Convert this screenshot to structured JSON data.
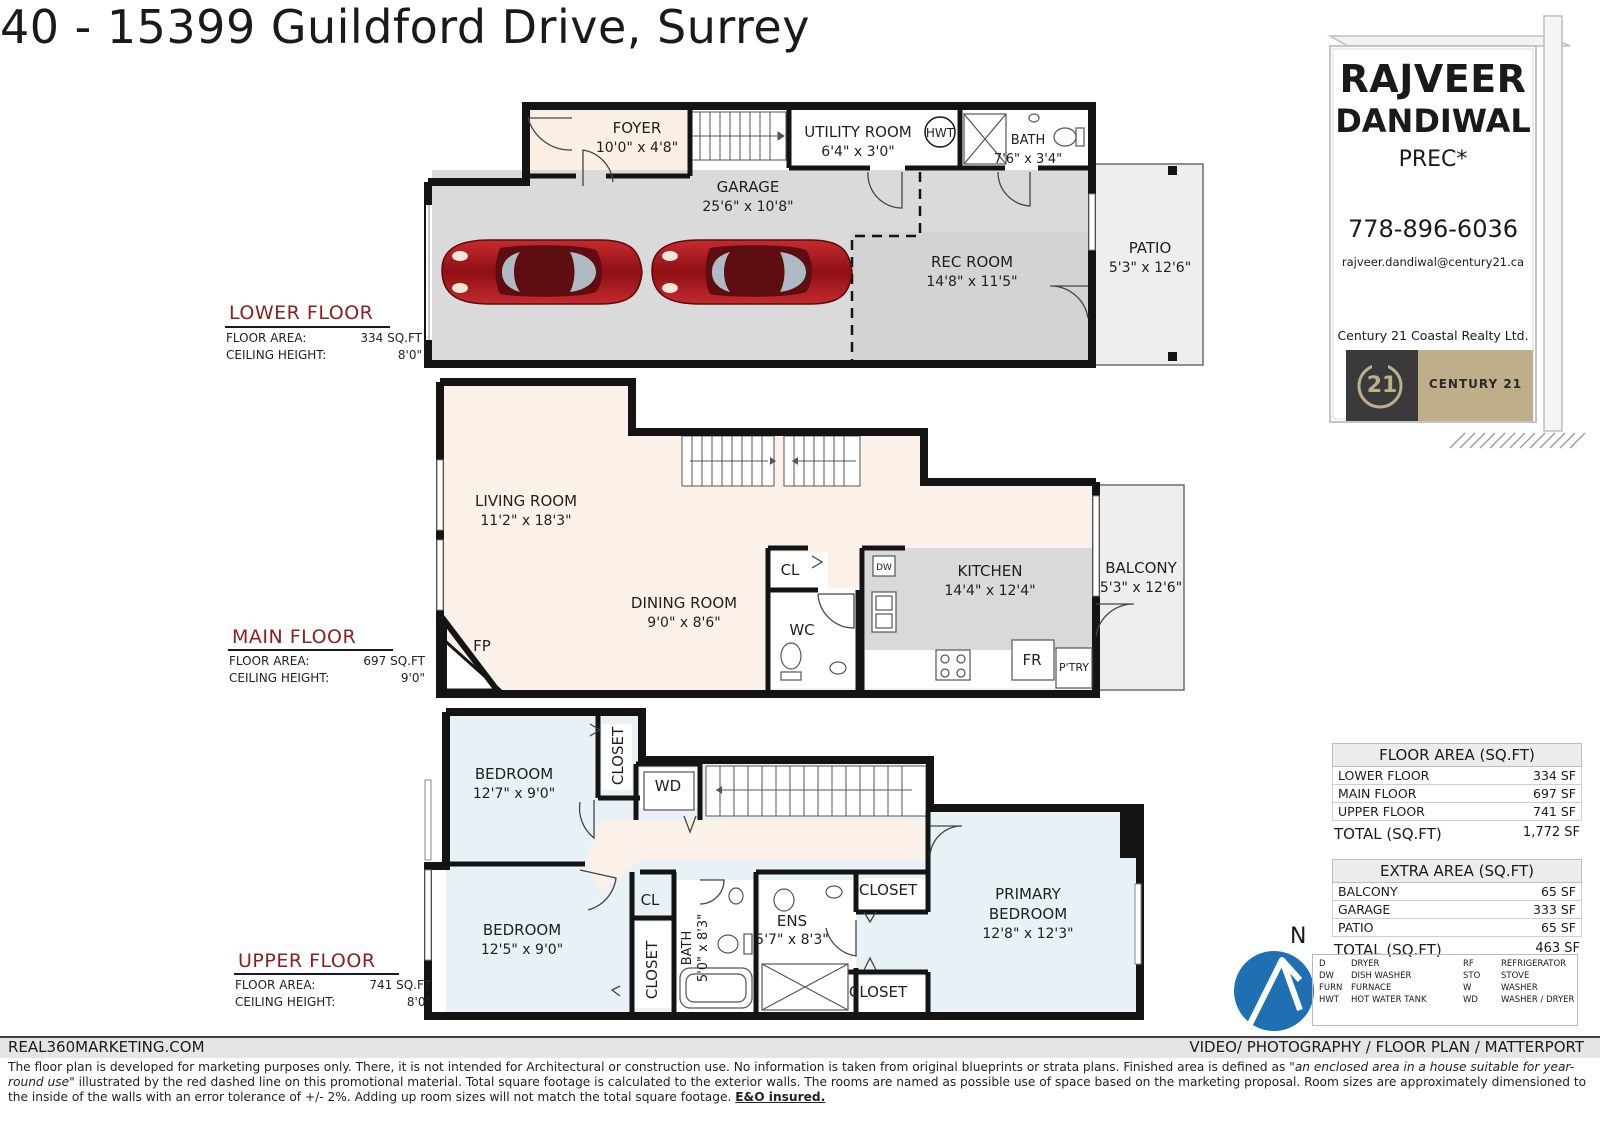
{
  "title": "40 - 15399 Guildford Drive, Surrey",
  "floors": {
    "lower": {
      "label": "LOWER FLOOR",
      "area_label": "FLOOR AREA:",
      "area": "334 SQ.FT",
      "ceiling_label": "CEILING HEIGHT:",
      "ceiling": "8'0\"",
      "rooms": {
        "foyer": {
          "name": "FOYER",
          "dim": "10'0\" x 4'8\""
        },
        "utility": {
          "name": "UTILITY ROOM",
          "dim": "6'4\" x 3'0\""
        },
        "hwt": "HWT",
        "bath": {
          "name": "BATH",
          "dim": "7'6\" x 3'4\""
        },
        "garage": {
          "name": "GARAGE",
          "dim": "25'6\" x 10'8\""
        },
        "rec": {
          "name": "REC ROOM",
          "dim": "14'8\" x 11'5\""
        },
        "patio": {
          "name": "PATIO",
          "dim": "5'3\" x 12'6\""
        }
      }
    },
    "main": {
      "label": "MAIN FLOOR",
      "area_label": "FLOOR AREA:",
      "area": "697 SQ.FT",
      "ceiling_label": "CEILING HEIGHT:",
      "ceiling": "9'0\"",
      "rooms": {
        "living": {
          "name": "LIVING ROOM",
          "dim": "11'2\" x 18'3\""
        },
        "dining": {
          "name": "DINING ROOM",
          "dim": "9'0\" x 8'6\""
        },
        "kitchen": {
          "name": "KITCHEN",
          "dim": "14'4\" x 12'4\""
        },
        "balcony": {
          "name": "BALCONY",
          "dim": "5'3\" x 12'6\""
        },
        "cl": "CL",
        "wc": "WC",
        "fp": "FP",
        "fr": "FR",
        "dw": "DW",
        "ptry": "P'TRY"
      }
    },
    "upper": {
      "label": "UPPER FLOOR",
      "area_label": "FLOOR AREA:",
      "area": "741 SQ.FT",
      "ceiling_label": "CEILING HEIGHT:",
      "ceiling": "8'0\"",
      "rooms": {
        "bed1": {
          "name": "BEDROOM",
          "dim": "12'7\" x 9'0\""
        },
        "bed2": {
          "name": "BEDROOM",
          "dim": "12'5\" x 9'0\""
        },
        "primary": {
          "name1": "PRIMARY",
          "name2": "BEDROOM",
          "dim": "12'8\" x 12'3\""
        },
        "closet": "CLOSET",
        "wd": "WD",
        "cl": "CL",
        "bath": {
          "name": "BATH",
          "dim": "5'0\" x 8'3\""
        },
        "ens": {
          "name": "ENS",
          "dim": "5'7\" x 8'3\""
        }
      }
    }
  },
  "agent": {
    "first": "RAJVEER",
    "last": "DANDIWAL",
    "title": "PREC*",
    "phone": "778-896-6036",
    "email": "rajveer.dandiwal@century21.ca",
    "brokerage": "Century 21 Coastal Realty Ltd.",
    "logo_text": "CENTURY 21",
    "logo_mark": "21"
  },
  "floor_area_table": {
    "header": "FLOOR AREA (SQ.FT)",
    "rows": [
      {
        "label": "LOWER FLOOR",
        "value": "334 SF"
      },
      {
        "label": "MAIN FLOOR",
        "value": "697 SF"
      },
      {
        "label": "UPPER FLOOR",
        "value": "741 SF"
      }
    ],
    "total_label": "TOTAL (SQ.FT)",
    "total": "1,772 SF"
  },
  "extra_area_table": {
    "header": "EXTRA AREA (SQ.FT)",
    "rows": [
      {
        "label": "BALCONY",
        "value": "65 SF"
      },
      {
        "label": "GARAGE",
        "value": "333 SF"
      },
      {
        "label": "PATIO",
        "value": "65 SF"
      }
    ],
    "total_label": "TOTAL (SQ.FT)",
    "total": "463 SF"
  },
  "compass": "N",
  "legend": [
    {
      "code": "D",
      "desc": "DRYER"
    },
    {
      "code": "DW",
      "desc": "DISH WASHER"
    },
    {
      "code": "FURN",
      "desc": "FURNACE"
    },
    {
      "code": "HWT",
      "desc": "HOT WATER TANK"
    },
    {
      "code": "RF",
      "desc": "REFRIGERATOR"
    },
    {
      "code": "STO",
      "desc": "STOVE"
    },
    {
      "code": "W",
      "desc": "WASHER"
    },
    {
      "code": "WD",
      "desc": "WASHER / DRYER"
    }
  ],
  "footer": {
    "left": "REAL360MARKETING.COM",
    "right": "VIDEO/ PHOTOGRAPHY / FLOOR PLAN / MATTERPORT",
    "disclaimer_a": "The floor plan is developed for marketing purposes only. There, it is not intended for Architectural or construction use. No information is  taken from original blueprints or strata plans. Finished area is defined as ",
    "disclaimer_quote": "\"an enclosed area in a house suitable for year-round use\"",
    "disclaimer_b": " illustrated by the red dashed line on this promotional material. Total square footage is calculated to the exterior walls. The rooms are named as possible use of space based on the marketing proposal. Room sizes are approximately dimensioned to the inside of the walls with an error tolerance of +/- 2%. Adding up room sizes will not match the total square footage. ",
    "disclaimer_eo": "E&O insured."
  },
  "colors": {
    "wall": "#141414",
    "garage": "#dadada",
    "rec": "#d8d8d8",
    "foyer": "#fbeee3",
    "main": "#fbf1e8",
    "kitchen": "#d9d9d9",
    "upper": "#e8f1f5",
    "car": "#a3161b",
    "floor_label": "#8a2020",
    "c21_gold": "#beae8a",
    "c21_dark": "#3a3a3a",
    "compass": "#1f6fb3"
  }
}
